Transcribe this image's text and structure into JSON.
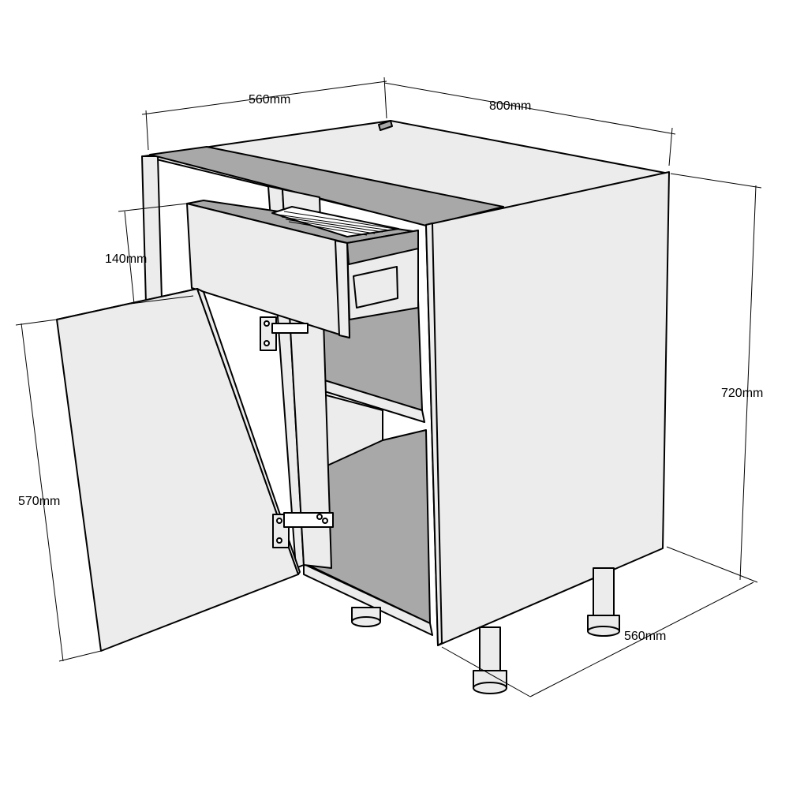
{
  "dimensions": {
    "top_depth": "560mm",
    "width": "800mm",
    "drawer_height": "140mm",
    "height": "720mm",
    "door_height": "570mm",
    "bottom_depth": "560mm"
  },
  "colors": {
    "panel": "#ececec",
    "shade": "#a8a8a8",
    "line": "#000000"
  }
}
